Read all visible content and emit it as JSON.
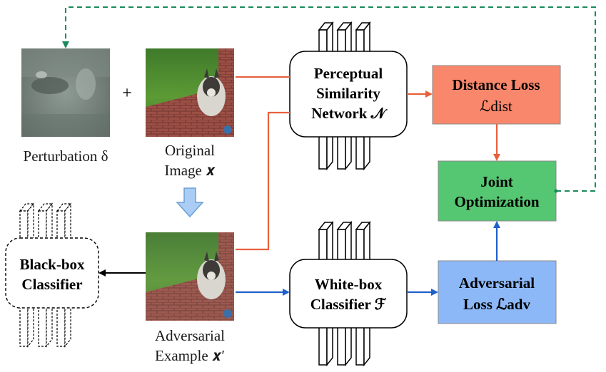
{
  "labels": {
    "plus": "+",
    "perturbation": "Perturbation δ",
    "original_line1": "Original",
    "original_line2": "Image 𝒙",
    "adversarial_line1": "Adversarial",
    "adversarial_line2": "Example 𝒙′"
  },
  "nodes": {
    "perceptual": {
      "line1": "Perceptual",
      "line2": "Similarity",
      "line3": "Network 𝒩"
    },
    "whitebox": {
      "line1": "White-box",
      "line2": "Classifier ℱ"
    },
    "blackbox": {
      "line1": "Black-box",
      "line2": "Classifier"
    },
    "distance_loss": {
      "line1": "Distance Loss",
      "line2": "ℒdist"
    },
    "joint": {
      "line1": "Joint",
      "line2": "Optimization"
    },
    "adv_loss": {
      "line1": "Adversarial",
      "line2": "Loss ℒadv"
    }
  },
  "colors": {
    "orange_arrow": "#e8603c",
    "blue_arrow": "#1f5fc8",
    "green_dashed": "#1a8a5a",
    "distance_fill": "#f9876b",
    "joint_fill": "#55c671",
    "adv_fill": "#8db8f8",
    "down_arrow": "#a9cdf5"
  }
}
